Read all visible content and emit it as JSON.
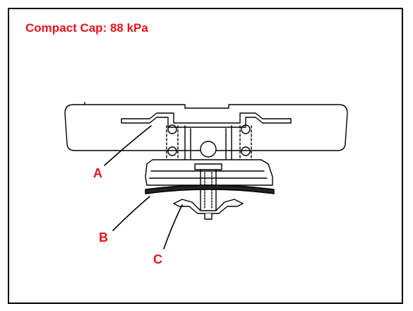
{
  "title": "Compact Cap: 88 kPa",
  "labels": {
    "a": "A",
    "b": "B",
    "c": "C"
  },
  "colors": {
    "label_red": "#e8141c",
    "ink": "#000000",
    "background": "#ffffff"
  }
}
